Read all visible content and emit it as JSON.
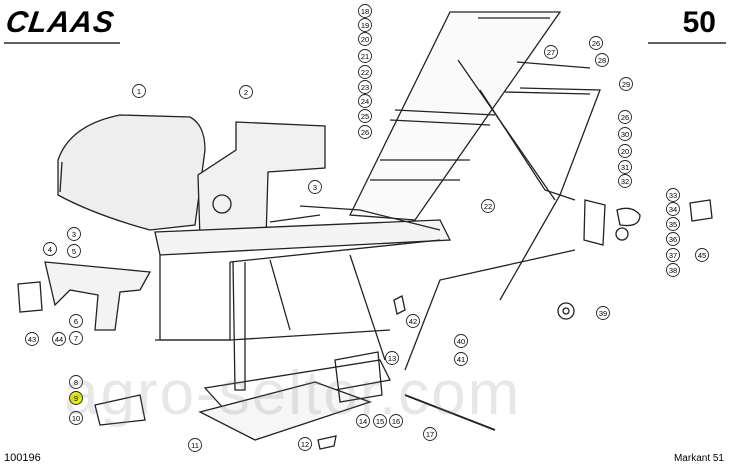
{
  "header": {
    "brand": "CLAAS",
    "page_number": "50"
  },
  "footer": {
    "doc_number": "100196",
    "model": "Markant 51"
  },
  "watermark": "agro-seltor.com",
  "highlight_color": "#e8f000",
  "callouts": [
    "18",
    "19",
    "20",
    "21",
    "22",
    "23",
    "24",
    "25",
    "26",
    "27",
    "26",
    "28",
    "29",
    "26",
    "30",
    "20",
    "31",
    "32",
    "22",
    "33",
    "34",
    "35",
    "36",
    "37",
    "38",
    "45",
    "1",
    "2",
    "3",
    "3",
    "4",
    "5",
    "6",
    "7",
    "8",
    "9",
    "10",
    "11",
    "12",
    "13",
    "14",
    "15",
    "16",
    "17",
    "39",
    "40",
    "41",
    "42",
    "43",
    "44"
  ],
  "highlighted_callout": "9"
}
